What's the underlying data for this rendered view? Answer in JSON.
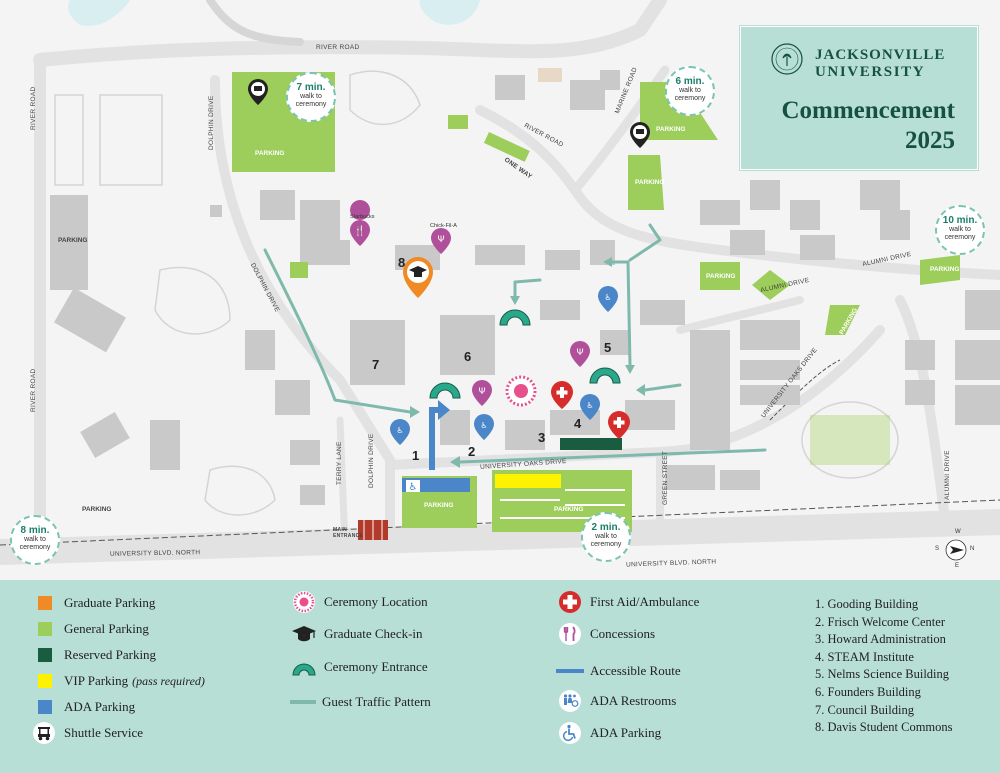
{
  "title": {
    "university_line1": "JACKSONVILLE",
    "university_line2": "UNIVERSITY",
    "event": "Commencement",
    "year": "2025"
  },
  "walk_times": [
    {
      "minutes": "7 min.",
      "text": "walk to ceremony"
    },
    {
      "minutes": "6 min.",
      "text": "walk to ceremony"
    },
    {
      "minutes": "10 min.",
      "text": "walk to ceremony"
    },
    {
      "minutes": "8 min.",
      "text": "walk to ceremony"
    },
    {
      "minutes": "2 min.",
      "text": "walk to ceremony"
    }
  ],
  "roads": {
    "river_road": "RIVER ROAD",
    "dolphin_drive": "DOLPHIN DRIVE",
    "marine_road": "MARINE ROAD",
    "one_way": "ONE WAY",
    "alumni_drive": "ALUMNI DRIVE",
    "university_oaks_drive": "UNIVERSITY OAKS DRIVE",
    "terry_lane": "TERRY LANE",
    "green_street": "GREEN STREET",
    "university_blvd_north": "UNIVERSITY BLVD. NORTH",
    "main_entrance": "MAIN ENTRANCE"
  },
  "parking_label": "PARKING",
  "places": {
    "starbucks": "Starbucks",
    "chick_fil_a": "Chick-Fil-A"
  },
  "building_numbers": [
    "1",
    "2",
    "3",
    "4",
    "5",
    "6",
    "7",
    "8"
  ],
  "compass": {
    "n": "N",
    "s": "S",
    "e": "E",
    "w": "W"
  },
  "colors": {
    "graduate_parking": "#f08a24",
    "general_parking": "#9dcd5a",
    "reserved_parking": "#1a5c3f",
    "vip_parking": "#fff200",
    "ada_parking": "#4a86c8",
    "legend_bg": "#b8dfd6",
    "guest_route": "#7fb9ac",
    "building": "#c8c8c8",
    "road": "#e5e5e5"
  },
  "legend": {
    "col1": [
      {
        "label": "Graduate Parking",
        "color": "#f08a24"
      },
      {
        "label": "General Parking",
        "color": "#9dcd5a"
      },
      {
        "label": "Reserved Parking",
        "color": "#1a5c3f"
      },
      {
        "label": "VIP Parking",
        "note": "(pass required)",
        "color": "#fff200"
      },
      {
        "label": "ADA Parking",
        "color": "#4a86c8"
      },
      {
        "label": "Shuttle Service",
        "icon": "golf-cart-icon"
      }
    ],
    "col2": [
      {
        "label": "Ceremony Location",
        "icon": "ceremony-star-icon"
      },
      {
        "label": "Graduate Check-in",
        "icon": "graduation-cap-icon"
      },
      {
        "label": "Ceremony Entrance",
        "icon": "arch-icon"
      },
      {
        "label": "Guest Traffic Pattern",
        "icon": "guest-route-line-icon"
      }
    ],
    "col3": [
      {
        "label": "First Aid/Ambulance",
        "icon": "first-aid-cross-icon"
      },
      {
        "label": "Concessions",
        "icon": "fork-knife-icon"
      },
      {
        "label": "Accessible Route",
        "icon": "accessible-route-line-icon"
      },
      {
        "label": "ADA Restrooms",
        "icon": "restroom-icon"
      },
      {
        "label": "ADA Parking",
        "icon": "wheelchair-icon"
      }
    ],
    "buildings": [
      "1. Gooding Building",
      "2. Frisch Welcome Center",
      "3. Howard Administration",
      "4. STEAM Institute",
      "5. Nelms Science Building",
      "6. Founders Building",
      "7. Council Building",
      "8. Davis Student Commons"
    ]
  }
}
